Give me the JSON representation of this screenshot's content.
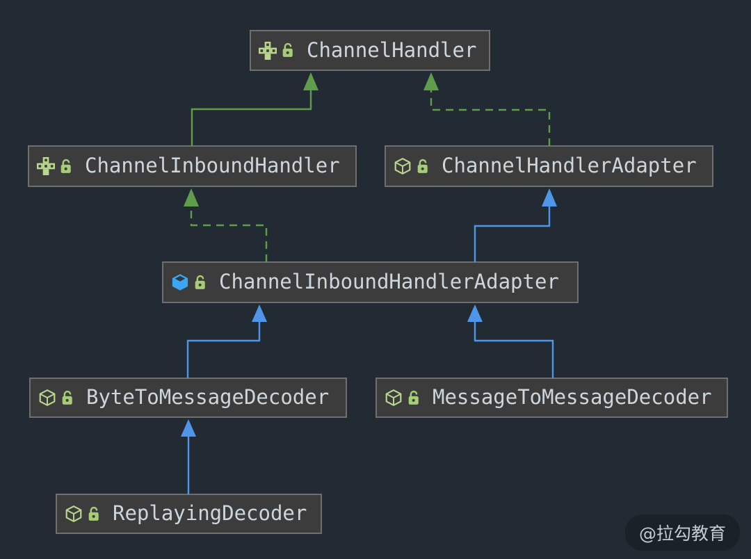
{
  "diagram": {
    "title": "Netty ChannelHandler class hierarchy",
    "watermark": "@拉勾教育",
    "colors": {
      "background": "#222b33",
      "node_fill": "#3c3c3c",
      "node_border": "#6f6f6f",
      "node_text": "#ced6dd",
      "extends_interface_green": "#5f9d4b",
      "extends_class_blue": "#4f96e8",
      "icon_green": "#b9d78e",
      "icon_blue": "#3ba6f2",
      "lock_green": "#a6cc77"
    },
    "nodes": [
      {
        "label": "ChannelHandler",
        "kind": "interface",
        "icons": [
          "interface-icon",
          "lock-icon"
        ]
      },
      {
        "label": "ChannelInboundHandler",
        "kind": "interface",
        "icons": [
          "interface-icon",
          "lock-icon"
        ]
      },
      {
        "label": "ChannelHandlerAdapter",
        "kind": "abstract-class",
        "icons": [
          "abstract-class-icon",
          "lock-icon"
        ]
      },
      {
        "label": "ChannelInboundHandlerAdapter",
        "kind": "class",
        "icons": [
          "class-icon",
          "lock-icon"
        ]
      },
      {
        "label": "ByteToMessageDecoder",
        "kind": "abstract-class",
        "icons": [
          "abstract-class-icon",
          "lock-icon"
        ]
      },
      {
        "label": "MessageToMessageDecoder",
        "kind": "abstract-class",
        "icons": [
          "abstract-class-icon",
          "lock-icon"
        ]
      },
      {
        "label": "ReplayingDecoder",
        "kind": "abstract-class",
        "icons": [
          "abstract-class-icon",
          "lock-icon"
        ]
      }
    ],
    "edges": [
      {
        "from": "ChannelInboundHandler",
        "to": "ChannelHandler",
        "relation": "extends",
        "style": "solid-green"
      },
      {
        "from": "ChannelHandlerAdapter",
        "to": "ChannelHandler",
        "relation": "implements",
        "style": "dashed-green"
      },
      {
        "from": "ChannelInboundHandlerAdapter",
        "to": "ChannelInboundHandler",
        "relation": "implements",
        "style": "dashed-green"
      },
      {
        "from": "ChannelInboundHandlerAdapter",
        "to": "ChannelHandlerAdapter",
        "relation": "extends",
        "style": "solid-blue"
      },
      {
        "from": "ByteToMessageDecoder",
        "to": "ChannelInboundHandlerAdapter",
        "relation": "extends",
        "style": "solid-blue"
      },
      {
        "from": "MessageToMessageDecoder",
        "to": "ChannelInboundHandlerAdapter",
        "relation": "extends",
        "style": "solid-blue"
      },
      {
        "from": "ReplayingDecoder",
        "to": "ByteToMessageDecoder",
        "relation": "extends",
        "style": "solid-blue"
      }
    ]
  }
}
